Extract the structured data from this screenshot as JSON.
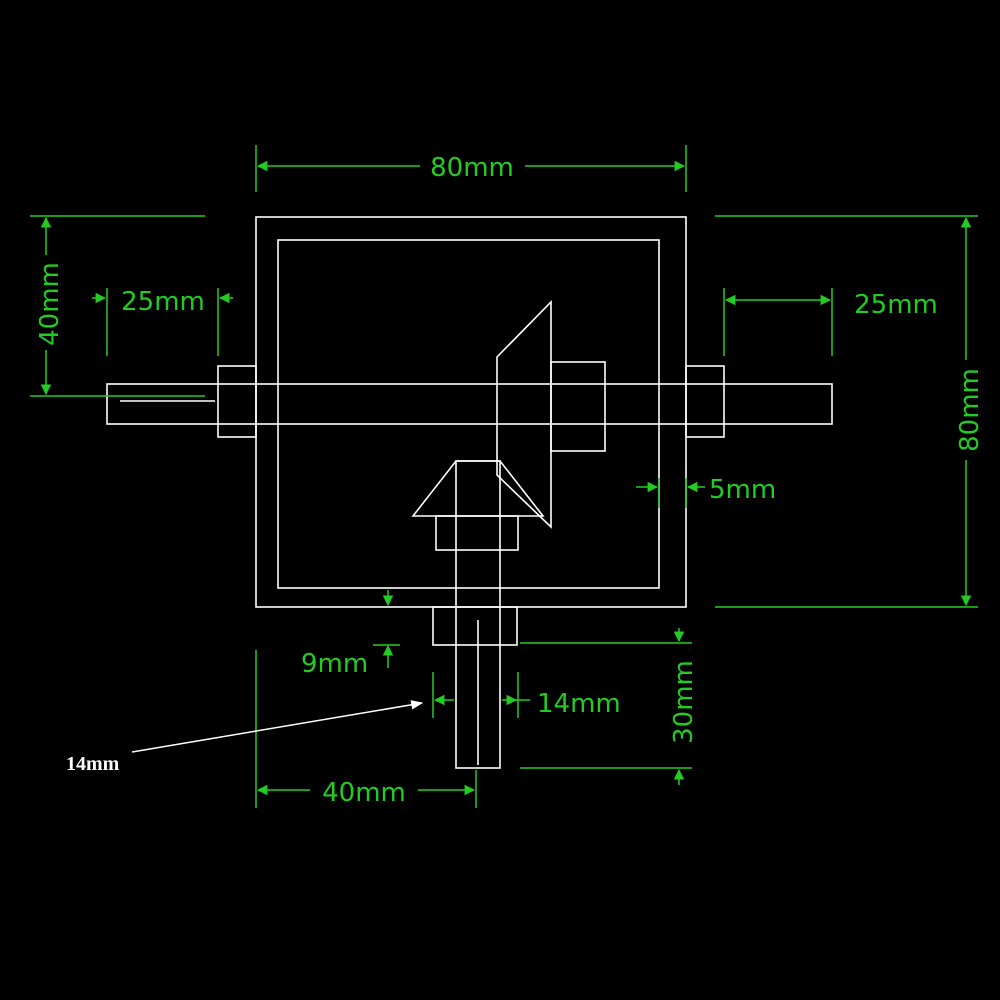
{
  "colors": {
    "background": "#000000",
    "geometry": "#ffffff",
    "dimension": "#22cc22"
  },
  "dimensions": {
    "top_width": "80mm",
    "left_height": "40mm",
    "left_shaft": "25mm",
    "right_shaft": "25mm",
    "right_height": "80mm",
    "wall": "5mm",
    "bottom_offset": "9mm",
    "shaft_width": "14mm",
    "bottom_length": "30mm",
    "bottom_width": "40mm"
  },
  "annotation": {
    "note": "14mm"
  }
}
